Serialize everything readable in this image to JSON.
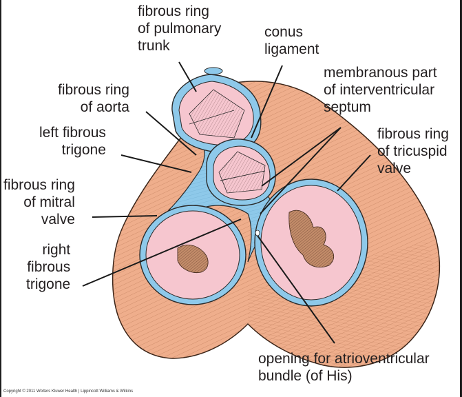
{
  "figure": {
    "colors": {
      "muscle": "#efae8c",
      "muscle_line": "#8a4a2c",
      "fibrous_ring": "#8ec9ea",
      "valve_cusp": "#f6c6cf",
      "outline": "#2a2a2a",
      "label_text": "#231f20",
      "leader_line": "#1a1a1a"
    },
    "labels": {
      "pulmonary": "fibrous ring\nof pulmonary\ntrunk",
      "conus": "conus\nligament",
      "membranous": "membranous part\nof interventricular\nseptum",
      "aorta": "fibrous ring\nof aorta",
      "left_trigone": "left fibrous\ntrigone",
      "tricuspid": "fibrous ring\nof tricuspid\nvalve",
      "mitral": "fibrous ring\nof mitral\nvalve",
      "right_trigone": "right\nfibrous\ntrigone",
      "his_bundle": "opening for atrioventricular\nbundle (of His)"
    },
    "copyright": "Copyright © 2011 Wolters Kluwer Health | Lippincott Williams & Wilkins"
  }
}
